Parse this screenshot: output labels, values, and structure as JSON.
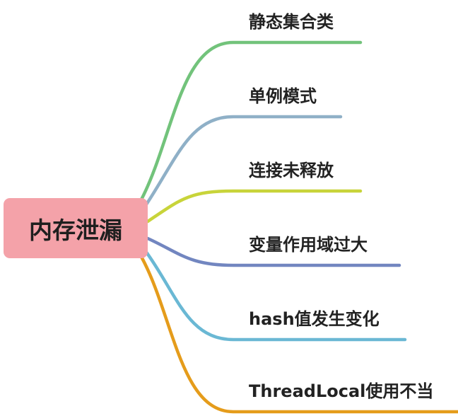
{
  "root": {
    "label": "内存泄漏",
    "color": "#f4a2a9"
  },
  "branches": [
    {
      "label": "静态集合类",
      "color": "#72c37b"
    },
    {
      "label": "单例模式",
      "color": "#8fb0c7"
    },
    {
      "label": "连接未释放",
      "color": "#c8d43a"
    },
    {
      "label": "变量作用域过大",
      "color": "#7286c0"
    },
    {
      "label": "hash值发生变化",
      "color": "#6ab8d4"
    },
    {
      "label": "ThreadLocal使用不当",
      "color": "#e59c1b"
    }
  ]
}
